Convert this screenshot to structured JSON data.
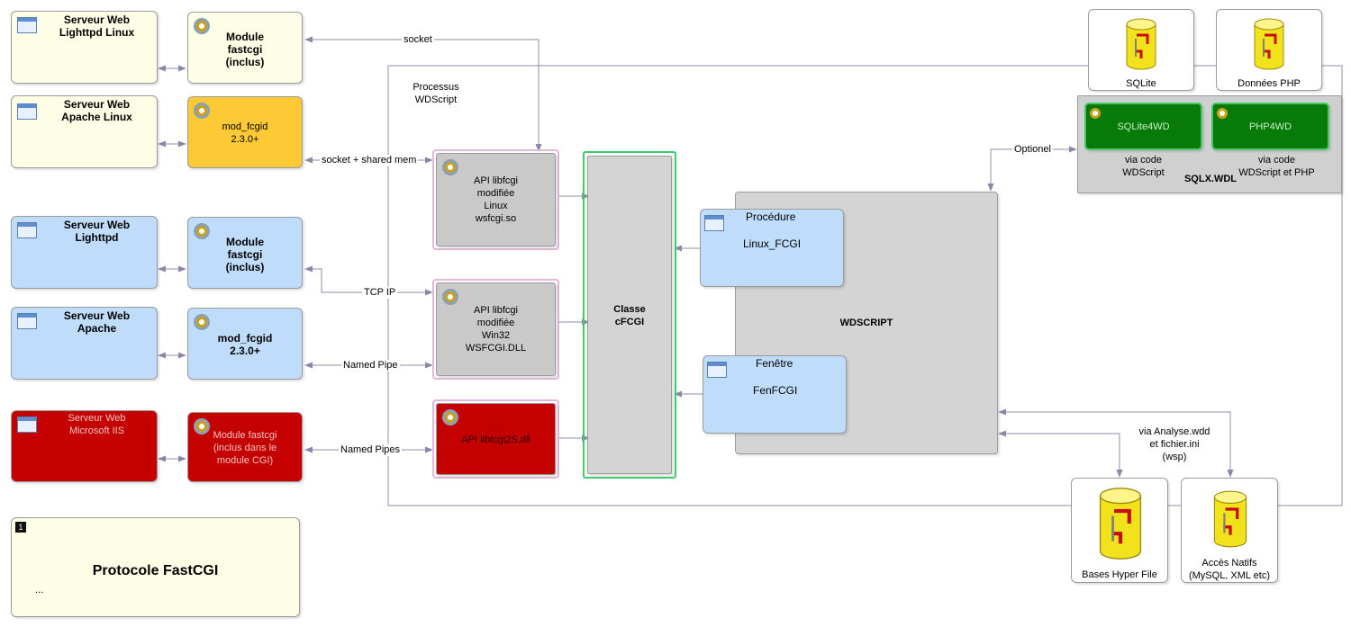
{
  "servers": {
    "lighttpd_linux": "Serveur Web\nLighttpd Linux",
    "apache_linux": "Serveur Web\nApache Linux",
    "lighttpd": "Serveur Web\nLighttpd",
    "apache": "Serveur Web\nApache",
    "iis": "Serveur Web\nMicrosoft IIS"
  },
  "modules": {
    "fastcgi_linux": "Module\nfastcgi\n(inclus)",
    "mod_fcgid_linux": "mod_fcgid\n2.3.0+",
    "fastcgi": "Module\nfastcgi\n(inclus)",
    "mod_fcgid": "mod_fcgid\n2.3.0+",
    "iis_fastcgi": "Module fastcgi\n(inclus dans le\nmodule CGI)"
  },
  "apis": {
    "linux": "API libfcgi\nmodifiée\nLinux\nwsfcgi.so",
    "win32": "API libfcgi\nmodifiée\nWin32\nWSFCGI.DLL",
    "libfcgi2s": "API libfcgi2S.dll"
  },
  "connectors": {
    "socket": "socket",
    "socket_shared": "socket + shared mem",
    "tcpip": "TCP IP",
    "named_pipe": "Named Pipe",
    "named_pipes": "Named Pipes",
    "optionel": "Optionel",
    "via_analyse": "via Analyse.wdd\net fichier.ini\n(wsp)"
  },
  "process": {
    "label": "Processus\nWDScript"
  },
  "classe": "Classe\ncFCGI",
  "wdscript": "WDSCRIPT",
  "procedure": {
    "title": "Procédure",
    "name": "Linux_FCGI"
  },
  "fenetre": {
    "title": "Fenêtre",
    "name": "FenFCGI"
  },
  "sqlx": {
    "sqlite4wd": "SQLite4WD",
    "php4wd": "PHP4WD",
    "via_wdscript": "via code\nWDScript",
    "via_wdscript_php": "via code\nWDScript et PHP",
    "label": "SQLX.WDL"
  },
  "databases": {
    "sqlite": "SQLite",
    "php": "Données PHP",
    "hyperfile": "Bases Hyper File",
    "natifs": "Accès Natifs\n(MySQL, XML etc)"
  },
  "note": {
    "number": "1",
    "title": "Protocole FastCGI",
    "body": "..."
  },
  "colors": {
    "yellow": "#fefee6",
    "orange": "#fdc935",
    "blue": "#bfdcfb",
    "red": "#c40000",
    "green": "#0a7a0a",
    "grey": "#c9c9c9",
    "arrow": "#9494b0"
  }
}
